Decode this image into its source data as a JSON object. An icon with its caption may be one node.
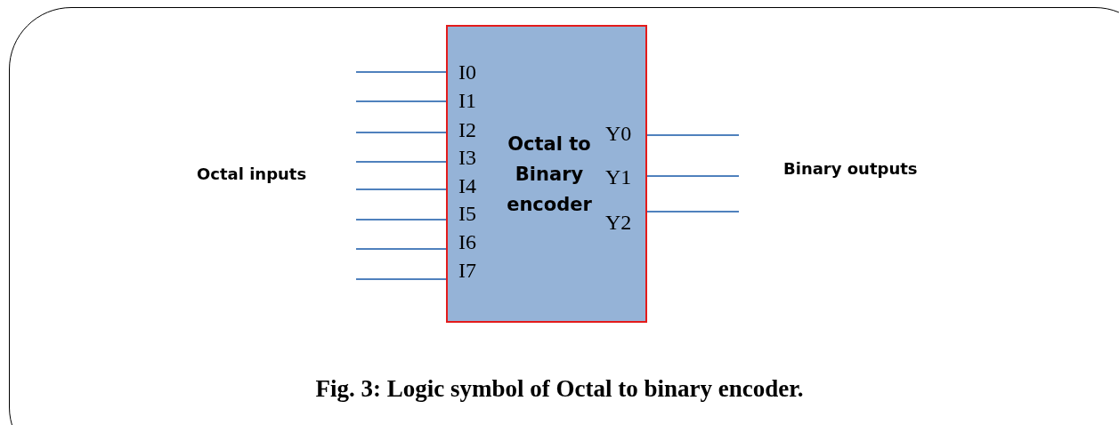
{
  "diagram": {
    "caption": "Fig. 3: Logic symbol of Octal to binary encoder.",
    "nodes": [
      {
        "text": [
          "Octal to Binary encoder"
        ]
      },
      {
        "text": [
          "I0"
        ],
        "in": 0
      },
      {
        "text": [
          "I1"
        ],
        "in": 0
      },
      {
        "text": [
          "I2"
        ],
        "in": 0
      },
      {
        "text": [
          "I3"
        ],
        "in": 0
      },
      {
        "text": [
          "I4"
        ],
        "in": 0
      },
      {
        "text": [
          "I5"
        ],
        "in": 0
      },
      {
        "text": [
          "I6"
        ],
        "in": 0
      },
      {
        "text": [
          "I7"
        ],
        "in": 0
      },
      {
        "text": [
          "Y0"
        ],
        "in": 0
      },
      {
        "text": [
          "Y1"
        ],
        "in": 0
      },
      {
        "text": [
          "Y2"
        ],
        "in": 0
      }
    ],
    "edges": [
      {
        "from": null,
        "to": 1,
        "arrow": "none"
      },
      {
        "from": null,
        "to": 2,
        "arrow": "none"
      },
      {
        "from": null,
        "to": 3,
        "arrow": "none"
      },
      {
        "from": null,
        "to": 4,
        "arrow": "none"
      },
      {
        "from": null,
        "to": 5,
        "arrow": "none"
      },
      {
        "from": null,
        "to": 6,
        "arrow": "none"
      },
      {
        "from": null,
        "to": 7,
        "arrow": "none"
      },
      {
        "from": null,
        "to": 8,
        "arrow": "none"
      },
      {
        "from": 9,
        "to": null,
        "arrow": "none"
      },
      {
        "from": 10,
        "to": null,
        "arrow": "none"
      },
      {
        "from": 11,
        "to": null,
        "arrow": "none"
      }
    ],
    "labels": [
      "Octal inputs",
      "Binary outputs"
    ]
  }
}
